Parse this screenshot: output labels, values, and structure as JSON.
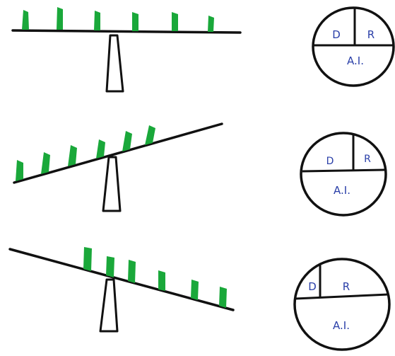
{
  "colors": {
    "ink": "#111111",
    "leaf": "#1aa83a",
    "label": "#2a3fa8",
    "background": "#ffffff"
  },
  "panels": [
    {
      "id": "balanced",
      "labels": {
        "left": "D",
        "right": "R",
        "bottom": "A.I."
      }
    },
    {
      "id": "tilt-up-right",
      "labels": {
        "left": "D",
        "right": "R",
        "bottom": "A.I."
      }
    },
    {
      "id": "tilt-down-right",
      "labels": {
        "left": "D",
        "right": "R",
        "bottom": "A.I."
      }
    }
  ]
}
